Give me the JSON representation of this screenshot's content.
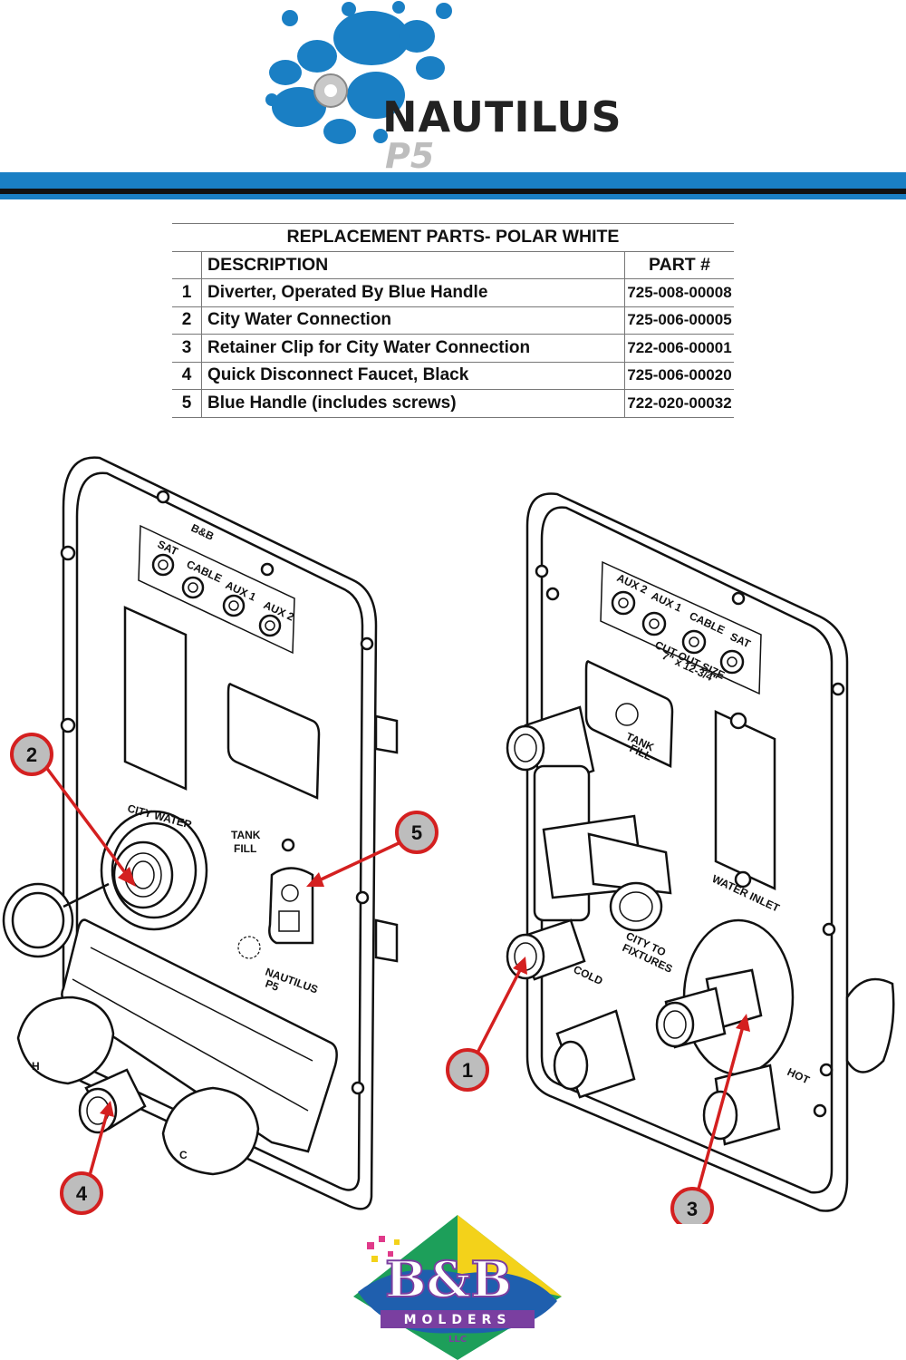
{
  "header": {
    "brand": "NAUTILUS",
    "model": "P5",
    "colors": {
      "blue": "#1a7fc4",
      "dark": "#111111",
      "gray": "#bbbbbb"
    }
  },
  "table": {
    "title": "REPLACEMENT PARTS- POLAR WHITE",
    "col_description": "DESCRIPTION",
    "col_part": "PART #",
    "rows": [
      {
        "num": "1",
        "description": "Diverter, Operated By Blue Handle",
        "part": "725-008-00008"
      },
      {
        "num": "2",
        "description": "City Water Connection",
        "part": "725-006-00005"
      },
      {
        "num": "3",
        "description": "Retainer Clip for City Water Connection",
        "part": "722-006-00001"
      },
      {
        "num": "4",
        "description": "Quick Disconnect Faucet, Black",
        "part": "725-006-00020"
      },
      {
        "num": "5",
        "description": "Blue Handle (includes screws)",
        "part": "722-020-00032"
      }
    ]
  },
  "diagram": {
    "left_panel": {
      "brand_mark": "B&B",
      "ports": [
        "SAT",
        "CABLE",
        "AUX 1",
        "AUX 2"
      ],
      "city_water": "CITY WATER",
      "tank_fill": [
        "TANK",
        "FILL"
      ],
      "faucet_hot": "H",
      "faucet_cold": "C",
      "panel_logo": "NAUTILUS",
      "panel_logo_model": "P5"
    },
    "right_panel": {
      "ports": [
        "AUX 2",
        "AUX 1",
        "CABLE",
        "SAT"
      ],
      "cutout": [
        "CUT OUT SIZE",
        "7\" x 12-3/4\""
      ],
      "tank_fill": [
        "TANK",
        "FILL"
      ],
      "water_inlet": "WATER INLET",
      "city_to_fixtures": [
        "CITY TO",
        "FIXTURES"
      ],
      "cold": "COLD",
      "hot": "HOT"
    },
    "callouts": [
      "1",
      "2",
      "3",
      "4",
      "5"
    ],
    "callout_color": "#d42020"
  },
  "footer": {
    "brand": "B&B",
    "sub": "MOLDERS",
    "llc": "LLC"
  }
}
